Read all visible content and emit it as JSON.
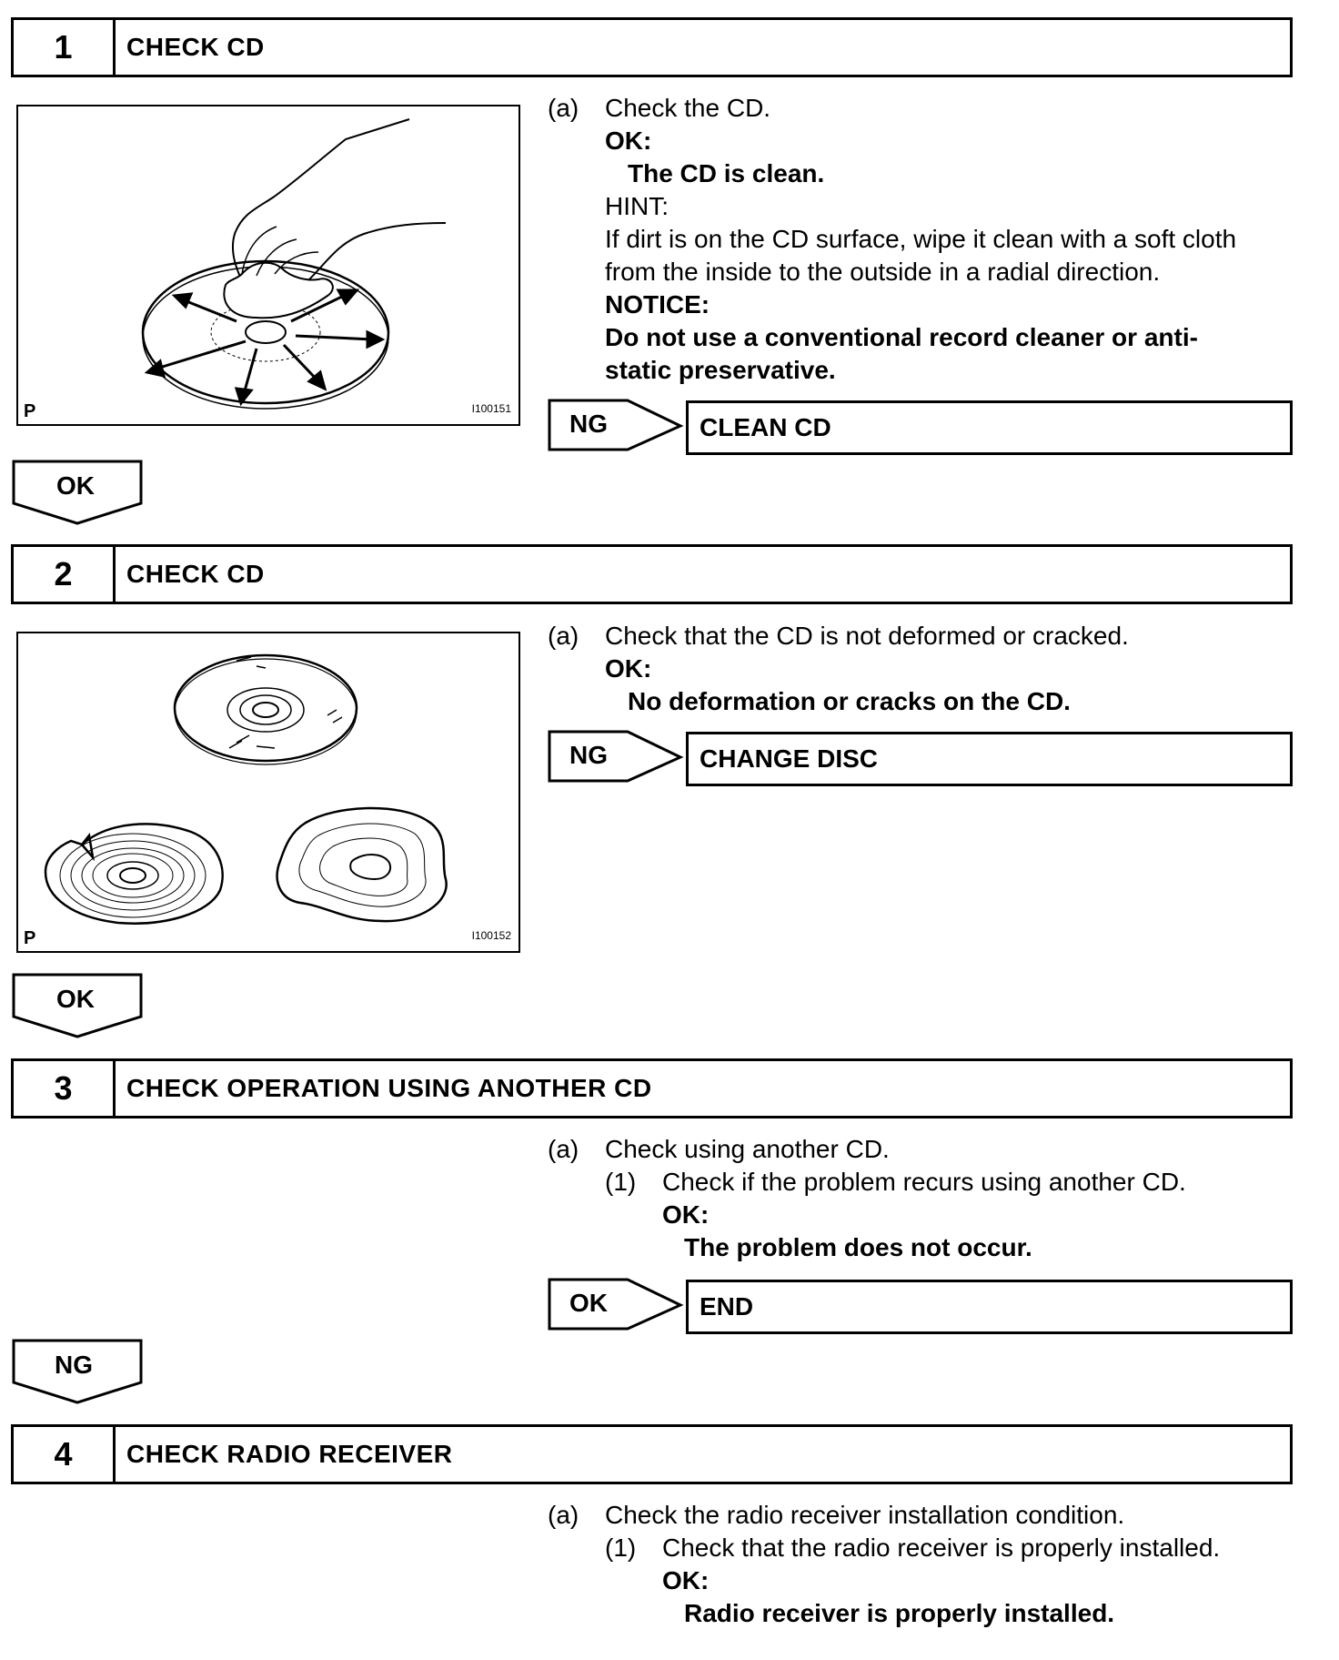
{
  "steps": [
    {
      "number": "1",
      "title": "CHECK CD",
      "figure": {
        "label": "P",
        "id": "I100151"
      },
      "lines": [
        {
          "marker": "(a)",
          "text": "Check the CD."
        },
        {
          "text": "OK:"
        },
        {
          "text": "The CD is clean."
        },
        {
          "text": "HINT:"
        },
        {
          "text": "If dirt is on the CD surface, wipe it clean with a soft cloth"
        },
        {
          "text": "from the inside to the outside in a radial direction."
        },
        {
          "text": "NOTICE:"
        },
        {
          "text": "Do not use a conventional record cleaner or anti-"
        },
        {
          "text": "static preservative."
        }
      ],
      "branch": {
        "label": "NG",
        "result": "CLEAN CD"
      },
      "next_label": "OK"
    },
    {
      "number": "2",
      "title": "CHECK CD",
      "figure": {
        "label": "P",
        "id": "I100152"
      },
      "lines": [
        {
          "marker": "(a)",
          "text": "Check that the CD is not deformed or cracked."
        },
        {
          "text": "OK:"
        },
        {
          "text": "No deformation or cracks on the CD."
        }
      ],
      "branch": {
        "label": "NG",
        "result": "CHANGE DISC"
      },
      "next_label": "OK"
    },
    {
      "number": "3",
      "title": "CHECK OPERATION USING ANOTHER CD",
      "lines": [
        {
          "marker": "(a)",
          "text": "Check using another CD."
        },
        {
          "marker": "(1)",
          "text": "Check if the problem recurs using another CD."
        },
        {
          "text": "OK:"
        },
        {
          "text": "The problem does not occur."
        }
      ],
      "branch": {
        "label": "OK",
        "result": "END"
      },
      "next_label": "NG"
    },
    {
      "number": "4",
      "title": "CHECK RADIO RECEIVER",
      "lines": [
        {
          "marker": "(a)",
          "text": "Check the radio receiver installation condition."
        },
        {
          "marker": "(1)",
          "text": "Check that the radio receiver is properly installed."
        },
        {
          "text": "OK:"
        },
        {
          "text": "Radio receiver is properly installed."
        }
      ]
    }
  ],
  "colors": {
    "ink": "#000000",
    "paper": "#ffffff"
  }
}
